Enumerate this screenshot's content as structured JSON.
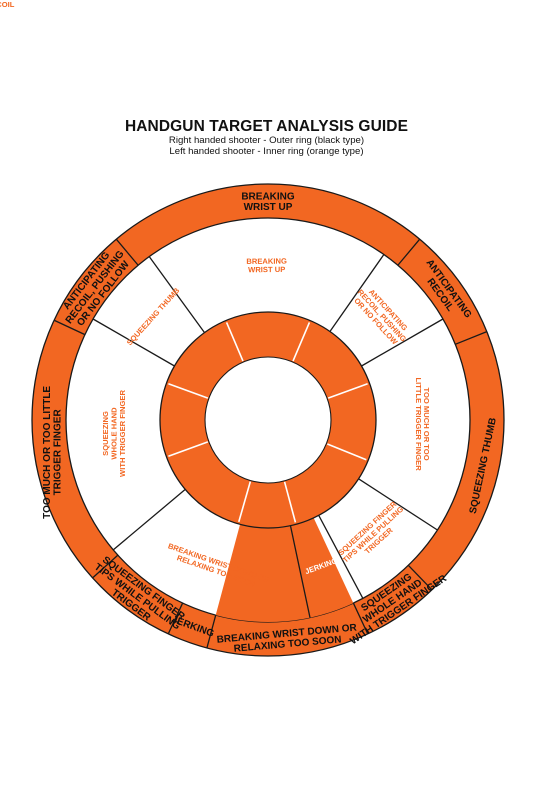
{
  "header": {
    "title": "HANDGUN TARGET ANALYSIS GUIDE",
    "subtitle_right": "Right handed shooter - Outer ring (black type)",
    "subtitle_left": "Left handed shooter - Inner ring (orange type)"
  },
  "colors": {
    "orange": "#F26722",
    "white": "#FFFFFF",
    "line": "#1A1A1A",
    "inner_text": "#F26722",
    "outer_text": "#111111"
  },
  "outer_ring": [
    {
      "lines": [
        "BREAKING",
        "WRIST UP"
      ]
    },
    {
      "lines": [
        "ANTICIPATING",
        "RECOIL"
      ]
    },
    {
      "lines": [
        "SQUEEZING THUMB"
      ]
    },
    {
      "lines": [
        "SQUEEZING",
        "WHOLE HAND",
        "WITH TRIGGER FINGER"
      ]
    },
    {
      "lines": [
        "BREAKING WRIST DOWN OR",
        "RELAXING TOO SOON"
      ]
    },
    {
      "lines": [
        "JERKING"
      ]
    },
    {
      "lines": [
        "SQUEEZING FINGER",
        "TIPS WHILE PULLING",
        "TRIGGER"
      ]
    },
    {
      "lines": [
        "TOO MUCH OR TOO LITTLE",
        "TRIGGER FINGER"
      ]
    },
    {
      "lines": [
        "ANTICIPATING",
        "RECOIL, PUSHING",
        "OR NO FOLLOW"
      ]
    }
  ],
  "inner_ring": [
    {
      "lines": [
        "BREAKING",
        "WRIST UP"
      ]
    },
    {
      "lines": [
        "ANTICIPATING",
        "RECOIL, PUSHING",
        "OR NO FOLLOW"
      ]
    },
    {
      "lines": [
        "TOO MUCH OR TOO",
        "LITTLE TRIGGER FINGER"
      ]
    },
    {
      "lines": [
        "SQUEEZING FINGER",
        "TIPS WHILE PULLING",
        "TRIGGER"
      ]
    },
    {
      "lines": [
        "JERKING"
      ]
    },
    {
      "lines": [
        "BREAKING WRIST DOWN OR",
        "RELAXING TOO SOON"
      ]
    },
    {
      "lines": [
        "SQUEEZING",
        "WHOLE HAND",
        "WITH TRIGGER FINGER"
      ]
    },
    {
      "lines": [
        "SQUEEZING THUMB"
      ]
    },
    {
      "lines": [
        "ANTICIPATING",
        "RECOIL"
      ]
    }
  ]
}
